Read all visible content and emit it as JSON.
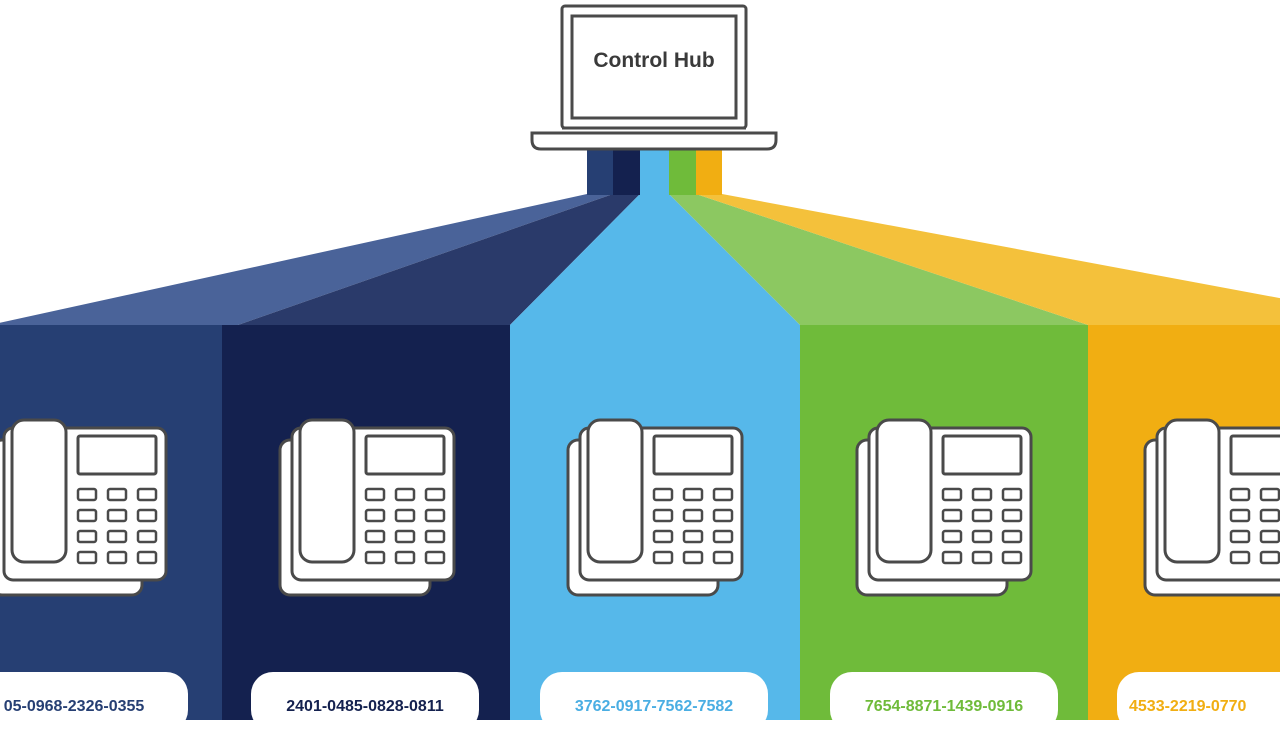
{
  "laptop": {
    "title": "Control Hub",
    "icon": "laptop-icon"
  },
  "colors": {
    "blue": "#263f73",
    "navy": "#14214f",
    "sky": "#56b8ea",
    "green": "#6fbb3a",
    "amber": "#f1ae12"
  },
  "phones": [
    {
      "number": "05-0968-2326-0355",
      "color": "#263f73",
      "text_color": "#263f73",
      "icon": "desk-phone-icon"
    },
    {
      "number": "2401-0485-0828-0811",
      "color": "#14214f",
      "text_color": "#14214f",
      "icon": "desk-phone-icon"
    },
    {
      "number": "3762-0917-7562-7582",
      "color": "#56b8ea",
      "text_color": "#4aaee3",
      "icon": "desk-phone-icon"
    },
    {
      "number": "7654-8871-1439-0916",
      "color": "#6fbb3a",
      "text_color": "#6fbb3a",
      "icon": "desk-phone-icon"
    },
    {
      "number": "4533-2219-0770",
      "color": "#f1ae12",
      "text_color": "#f1ae12",
      "icon": "desk-phone-icon"
    }
  ]
}
